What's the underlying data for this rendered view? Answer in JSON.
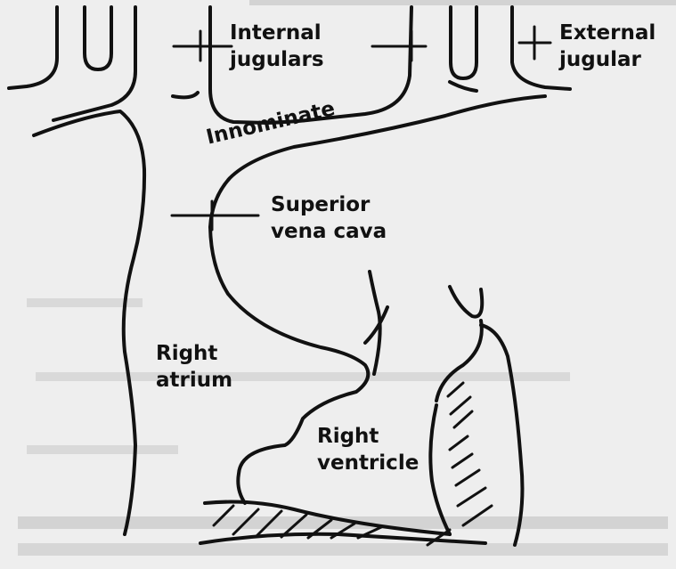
{
  "diagram": {
    "labels": {
      "internal_jugulars": [
        "Internal",
        "jugulars"
      ],
      "external_jugular": [
        "External",
        "jugular"
      ],
      "innominate": "Innominate",
      "superior_vena_cava": [
        "Superior",
        "vena cava"
      ],
      "right_atrium": [
        "Right",
        "atrium"
      ],
      "right_ventricle": [
        "Right",
        "ventricle"
      ]
    }
  }
}
